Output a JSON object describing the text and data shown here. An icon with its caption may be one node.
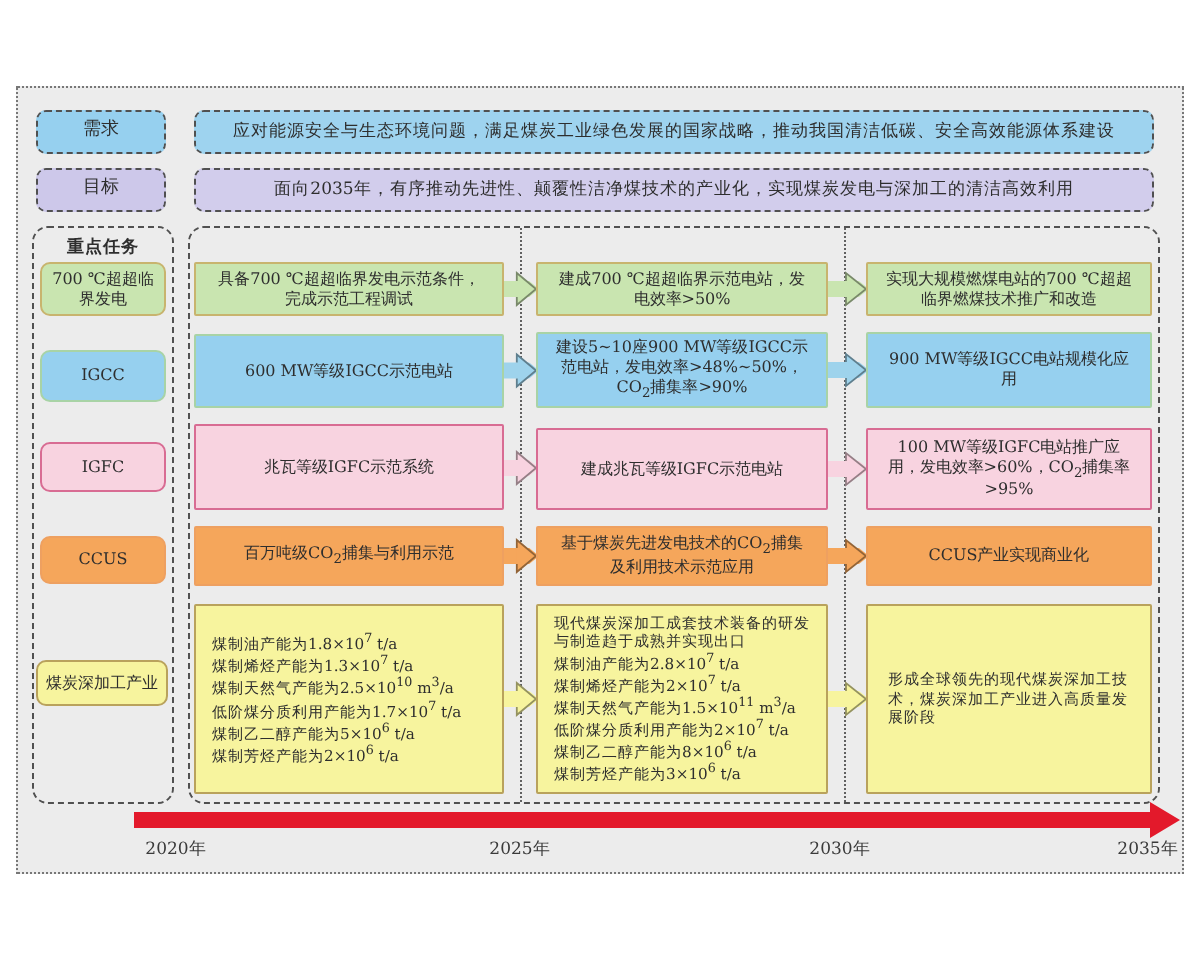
{
  "diagram": {
    "nodes": [
      {
        "text": [
          "需求"
        ]
      },
      {
        "text": [
          "应对能源安全与生态环境问题，满足煤炭工业绿色发展的国家战略，推动我国清洁低碳、安全高效能源体系建设"
        ]
      },
      {
        "text": [
          "目标"
        ]
      },
      {
        "text": [
          "面向2035年，有序推动先进性、颠覆性洁净煤技术的产业化，实现煤炭发电与深加工的清洁高效利用"
        ]
      },
      {
        "text": [
          "重点任务"
        ]
      },
      {
        "text": [
          "700 ℃超超临界发电"
        ],
        "in": 4
      },
      {
        "text": [
          "IGCC"
        ],
        "in": 4
      },
      {
        "text": [
          "IGFC"
        ],
        "in": 4
      },
      {
        "text": [
          "CCUS"
        ],
        "in": 4
      },
      {
        "text": [
          "煤炭深加工产业"
        ],
        "in": 4
      },
      {
        "text": [
          "具备700 ℃超超临界发电示范条件，完成示范工程调试"
        ]
      },
      {
        "text": [
          "建成700 ℃超超临界示范电站，发电效率>50%"
        ]
      },
      {
        "text": [
          "实现大规模燃煤电站的700 ℃超超临界燃煤技术推广和改造"
        ]
      },
      {
        "text": [
          "600 MW等级IGCC示范电站"
        ]
      },
      {
        "text": [
          "建设5~10座900 MW等级IGCC示范电站，发电效率>48%~50%，CO$_{2}$捕集率>90%"
        ]
      },
      {
        "text": [
          "900 MW等级IGCC电站规模化应用"
        ]
      },
      {
        "text": [
          "兆瓦等级IGFC示范系统"
        ]
      },
      {
        "text": [
          "建成兆瓦等级IGFC示范电站"
        ]
      },
      {
        "text": [
          "100 MW等级IGFC电站推广应用，发电效率>60%，CO$_{2}$捕集率>95%"
        ]
      },
      {
        "text": [
          "百万吨级CO$_{2}$捕集与利用示范"
        ]
      },
      {
        "text": [
          "基于煤炭先进发电技术的CO$_{2}$捕集及利用技术示范应用"
        ]
      },
      {
        "text": [
          "CCUS产业实现商业化"
        ]
      },
      {
        "text": [
          "煤制油产能为1.8×10$^{7}$ t/a",
          "煤制烯烃产能为1.3×10$^{7}$ t/a",
          "煤制天然气产能为2.5×10$^{10}$ m$^{3}$/a",
          "低阶煤分质利用产能为1.7×10$^{7}$ t/a",
          "煤制乙二醇产能为5×10$^{6}$ t/a",
          "煤制芳烃产能为2×10$^{6}$ t/a"
        ]
      },
      {
        "text": [
          "现代煤炭深加工成套技术装备的研发与制造趋于成熟并实现出口",
          "煤制油产能为2.8×10$^{7}$ t/a",
          "煤制烯烃产能为2×10$^{7}$ t/a",
          "煤制天然气产能为1.5×10$^{11}$ m$^{3}$/a",
          "低阶煤分质利用产能为2×10$^{7}$ t/a",
          "煤制乙二醇产能为8×10$^{6}$ t/a",
          "煤制芳烃产能为3×10$^{6}$ t/a"
        ]
      },
      {
        "text": [
          "形成全球领先的现代煤炭深加工技术，煤炭深加工产业进入高质量发展阶段"
        ]
      }
    ],
    "edges": [
      {
        "from": 10,
        "to": 11,
        "arrow": "to",
        "color": "#c9e5b0"
      },
      {
        "from": 11,
        "to": 12,
        "arrow": "to",
        "color": "#c9e5b0"
      },
      {
        "from": 13,
        "to": 14,
        "arrow": "to",
        "color": "#9ed3ec"
      },
      {
        "from": 14,
        "to": 15,
        "arrow": "to",
        "color": "#9ed3ec"
      },
      {
        "from": 16,
        "to": 17,
        "arrow": "to",
        "color": "#f8d3e0"
      },
      {
        "from": 17,
        "to": 18,
        "arrow": "to",
        "color": "#f8d3e0"
      },
      {
        "from": 19,
        "to": 20,
        "arrow": "to",
        "color": "#f5a65b"
      },
      {
        "from": 20,
        "to": 21,
        "arrow": "to",
        "color": "#f5a65b"
      },
      {
        "from": 22,
        "to": 23,
        "arrow": "to",
        "color": "#f7f49e"
      },
      {
        "from": 23,
        "to": 24,
        "arrow": "to",
        "color": "#f7f49e"
      }
    ],
    "labels": [
      "2020年",
      "2025年",
      "2030年",
      "2035年"
    ]
  }
}
